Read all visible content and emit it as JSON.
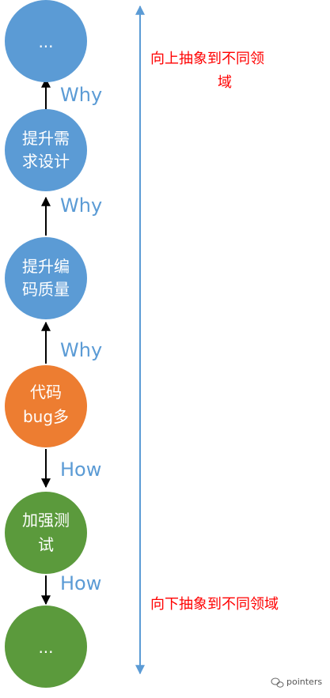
{
  "nodes": [
    {
      "id": "top",
      "line1": "...",
      "line2": "",
      "color": "#5b9bd5"
    },
    {
      "id": "req",
      "line1": "提升需",
      "line2": "求设计",
      "color": "#5b9bd5"
    },
    {
      "id": "qual",
      "line1": "提升编",
      "line2": "码质量",
      "color": "#5b9bd5"
    },
    {
      "id": "bug",
      "line1": "代码",
      "line2": "bug多",
      "color": "#ed7d31"
    },
    {
      "id": "test",
      "line1": "加强测",
      "line2": "试",
      "color": "#5b9a3c"
    },
    {
      "id": "bottom",
      "line1": "...",
      "line2": "",
      "color": "#5b9a3c"
    }
  ],
  "edges": [
    {
      "label": "Why"
    },
    {
      "label": "Why"
    },
    {
      "label": "Why"
    },
    {
      "label": "How"
    },
    {
      "label": "How"
    }
  ],
  "side_axis": {
    "up_text_line1": "向上抽象到不同领",
    "up_text_line2": "域",
    "down_text": "向下抽象到不同领域",
    "color": "#5b9bd5"
  },
  "annotation_color": "#ff0000",
  "watermark": {
    "text": "pointers",
    "icon": "wechat-icon"
  }
}
